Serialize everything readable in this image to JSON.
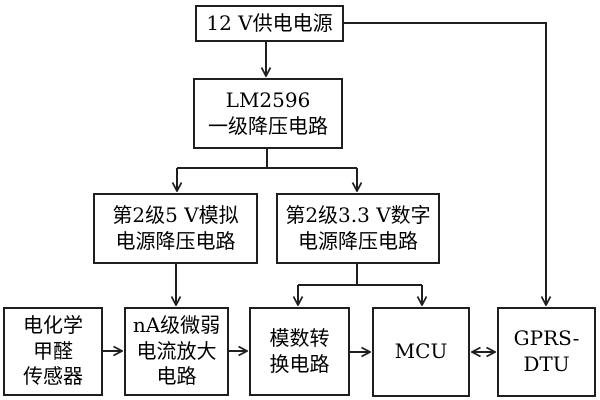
{
  "diagram": {
    "boxes": {
      "power_12v": {
        "label": "12 V供电电源"
      },
      "lm2596": {
        "line1": "LM2596",
        "line2": "一级降压电路"
      },
      "stage2_5v": {
        "line1": "第2级5 V模拟",
        "line2": "电源降压电路"
      },
      "stage2_3v3": {
        "line1": "第2级3.3 V数字",
        "line2": "电源降压电路"
      },
      "sensor": {
        "line1": "电化学",
        "line2": "甲醛",
        "line3": "传感器"
      },
      "amplifier": {
        "line1": "nA级微弱",
        "line2": "电流放大",
        "line3": "电路"
      },
      "adc": {
        "line1": "模数转",
        "line2": "换电路"
      },
      "mcu": {
        "label": "MCU"
      },
      "gprs_dtu": {
        "line1": "GPRS-",
        "line2": "DTU"
      }
    },
    "connections": [
      {
        "from": "power_12v",
        "to": "lm2596",
        "type": "arrow"
      },
      {
        "from": "power_12v",
        "to": "gprs_dtu",
        "type": "arrow"
      },
      {
        "from": "lm2596",
        "to": "stage2_5v",
        "type": "arrow"
      },
      {
        "from": "lm2596",
        "to": "stage2_3v3",
        "type": "arrow"
      },
      {
        "from": "stage2_5v",
        "to": "amplifier",
        "type": "arrow"
      },
      {
        "from": "stage2_3v3",
        "to": "adc",
        "type": "arrow"
      },
      {
        "from": "stage2_3v3",
        "to": "mcu",
        "type": "arrow"
      },
      {
        "from": "sensor",
        "to": "amplifier",
        "type": "arrow"
      },
      {
        "from": "amplifier",
        "to": "adc",
        "type": "arrow"
      },
      {
        "from": "adc",
        "to": "mcu",
        "type": "arrow"
      },
      {
        "from": "mcu",
        "to": "gprs_dtu",
        "type": "double-arrow"
      }
    ],
    "colors": {
      "background": "#ffffff",
      "box_fill": "#ffffff",
      "box_border": "#1f1f1f",
      "line": "#1f1f1f",
      "text": "#000000"
    }
  }
}
